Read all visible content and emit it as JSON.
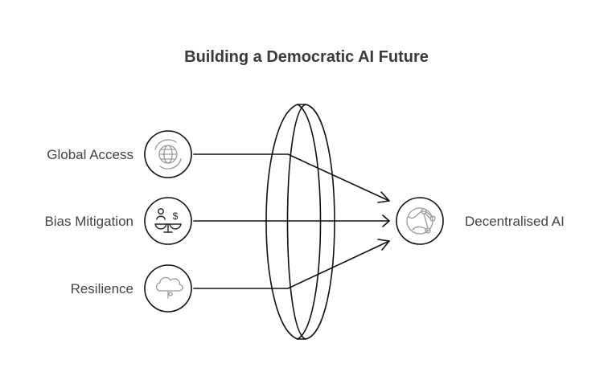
{
  "diagram": {
    "title": "Building a Democratic AI Future",
    "inputs": [
      {
        "label": "Global Access",
        "icon": "globe-refresh-icon"
      },
      {
        "label": "Bias Mitigation",
        "icon": "balance-scale-icon"
      },
      {
        "label": "Resilience",
        "icon": "cloud-icon"
      }
    ],
    "output": {
      "label": "Decentralised AI",
      "icon": "network-globe-icon"
    },
    "lens": {
      "icon": "lens-shape"
    },
    "colors": {
      "stroke": "#111111",
      "text": "#444444",
      "title": "#3a3a3a",
      "icon_gray": "#9a9a9a",
      "background": "#ffffff"
    }
  }
}
